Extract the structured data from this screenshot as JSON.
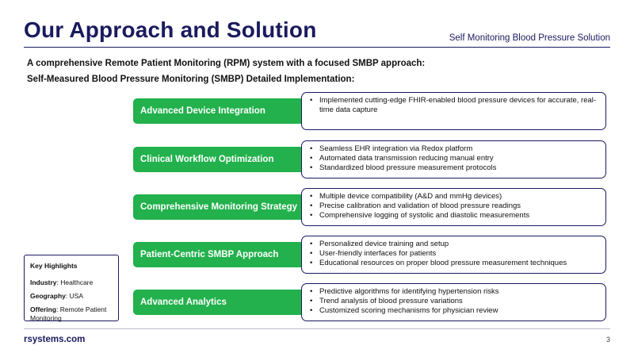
{
  "header": {
    "title": "Our Approach and Solution",
    "subtitle": "Self Monitoring Blood Pressure Solution"
  },
  "intro": {
    "line1": "A comprehensive Remote Patient Monitoring (RPM) system with a focused SMBP approach:",
    "line2": "Self-Measured Blood Pressure Monitoring (SMBP) Detailed Implementation:"
  },
  "rows": [
    {
      "label": "Advanced Device Integration",
      "bullets": [
        "Implemented cutting-edge FHIR-enabled blood pressure devices for accurate, real-time data capture"
      ]
    },
    {
      "label": "Clinical Workflow Optimization",
      "bullets": [
        "Seamless EHR integration via Redox platform",
        "Automated data transmission reducing manual entry",
        "Standardized blood pressure measurement protocols"
      ]
    },
    {
      "label": "Comprehensive Monitoring Strategy",
      "bullets": [
        "Multiple device compatibility (A&D and mmHg devices)",
        "Precise calibration and validation of blood pressure readings",
        "Comprehensive logging of systolic and diastolic measurements"
      ]
    },
    {
      "label": "Patient-Centric SMBP Approach",
      "bullets": [
        "Personalized device training and setup",
        "User-friendly interfaces for patients",
        "Educational resources on proper blood pressure measurement techniques"
      ]
    },
    {
      "label": "Advanced Analytics",
      "bullets": [
        "Predictive algorithms for identifying hypertension risks",
        "Trend analysis of blood pressure variations",
        "Customized scoring mechanisms for physician review"
      ]
    }
  ],
  "highlights": {
    "title": "Key Highlights",
    "industry_label": "Industry",
    "industry_value": ": Healthcare",
    "geography_label": "Geography",
    "geography_value": ": USA",
    "offering_label": "Offering",
    "offering_value": ": Remote Patient Monitoring"
  },
  "footer": {
    "brand": "rsystems.com",
    "page_number": "3"
  },
  "colors": {
    "navy": "#1a1a5e",
    "green": "#22b14c"
  }
}
